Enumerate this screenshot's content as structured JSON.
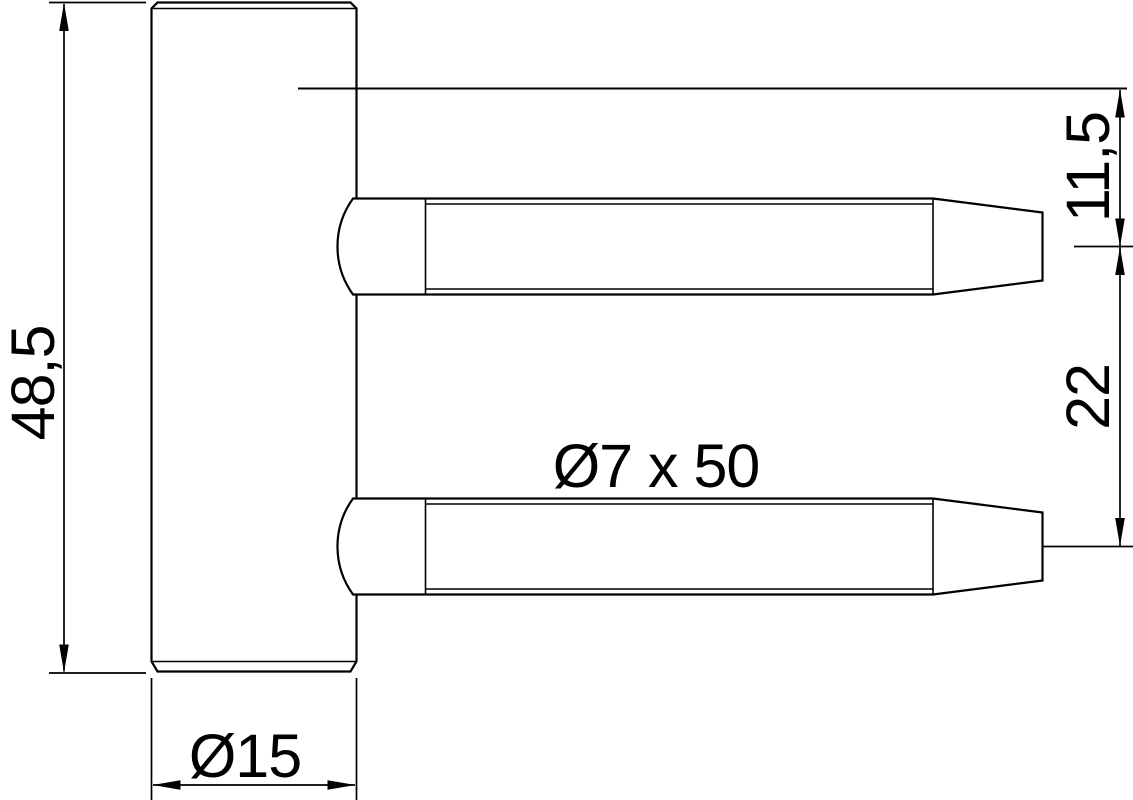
{
  "labels": {
    "total_height": "48,5",
    "body_diameter": "Ø15",
    "top_offset": "11,5",
    "pin_spacing": "22",
    "pin_dimensions": "Ø7 x 50"
  },
  "colors": {
    "line": "#000000",
    "background": "#ffffff"
  }
}
